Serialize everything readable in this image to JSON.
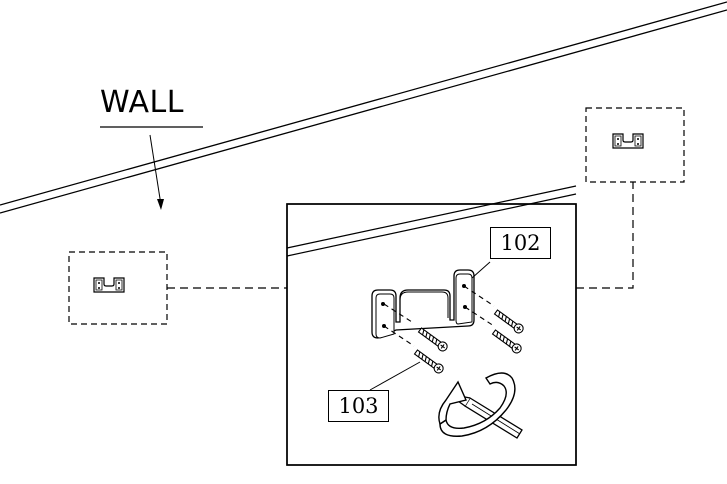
{
  "labels": {
    "wall": "WALL",
    "part_102": "102",
    "part_103": "103"
  },
  "colors": {
    "line": "#000000",
    "background": "#ffffff"
  },
  "icons": [
    "bracket-icon",
    "screw-icon",
    "screwdriver-icon",
    "rotation-arrow-icon"
  ]
}
